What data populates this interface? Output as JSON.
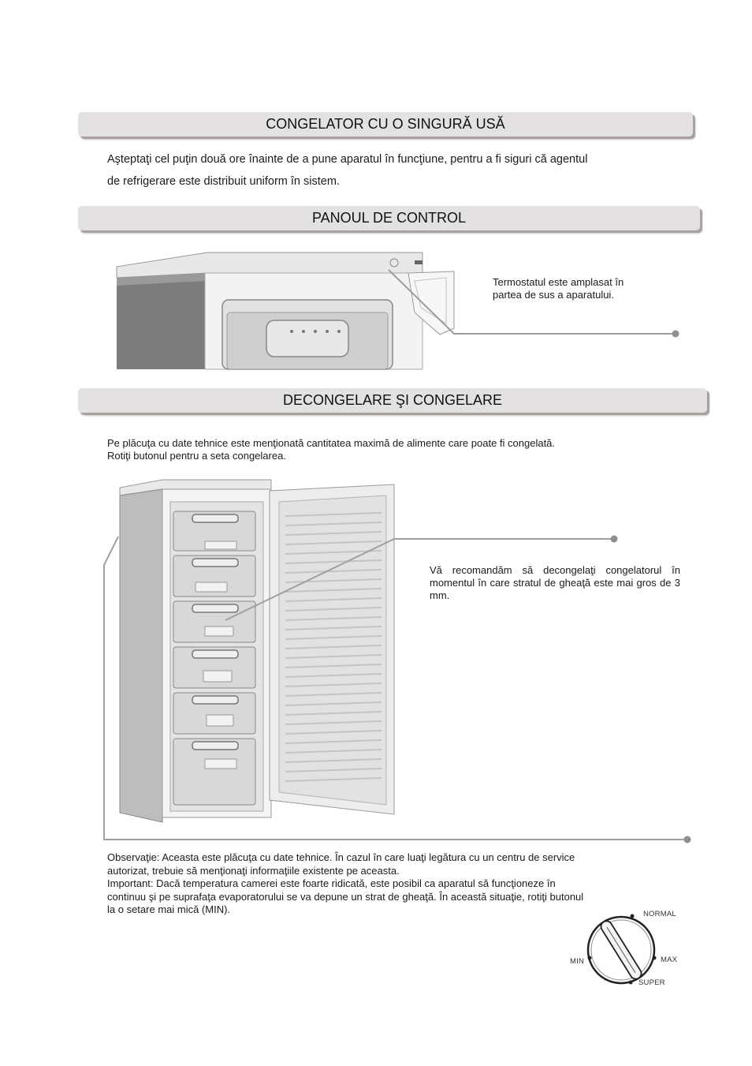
{
  "sections": [
    {
      "title": "CONGELATOR CU O SINGURĂ USĂ"
    },
    {
      "title": "PANOUL DE CONTROL"
    },
    {
      "title": "DECONGELARE ŞI CONGELARE"
    }
  ],
  "intro": {
    "line1": "Aşteptaţi cel puţin două ore înainte de a pune aparatul în funcţiune, pentru a fi siguri că agentul",
    "line2": "de refrigerare este distribuit uniform în sistem."
  },
  "control_panel": {
    "caption_line1": "Termostatul este amplasat în",
    "caption_line2": "partea de sus a aparatului."
  },
  "defrost": {
    "line1": "Pe plăcuţa cu date tehnice este menţionată cantitatea maximă de alimente care poate fi congelată.",
    "line2": "Rotiţi butonul pentru a seta congelarea.",
    "recommendation": "Vă recomandăm să decongelaţi congelatorul în momentul în care stratul de gheaţă este mai gros de 3 mm."
  },
  "notes": {
    "line1": "Observaţie: Aceasta este plăcuţa cu date tehnice. În cazul în care luaţi legătura cu un centru de service",
    "line2": "autorizat, trebuie să menţionaţi informaţiile existente pe aceasta.",
    "line3": "Important: Dacă temperatura camerei este foarte ridicată, este posibil ca aparatul să funcţioneze în",
    "line4": "continuu şi pe suprafaţa evaporatorului se va depune un strat de gheaţă. În această situaţie, rotiţi butonul",
    "line5": "la o setare mai mică (MIN)."
  },
  "dial": {
    "labels": {
      "normal": "NORMAL",
      "min": "MIN",
      "max": "MAX",
      "super": "SUPER"
    }
  }
}
